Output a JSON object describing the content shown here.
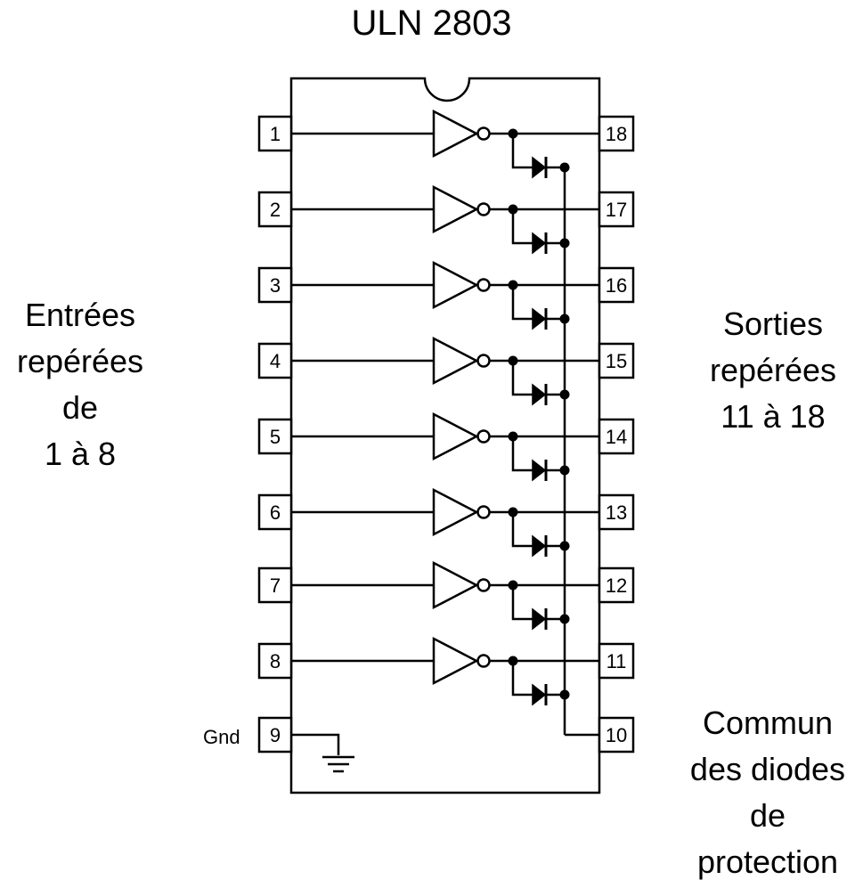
{
  "title": "ULN 2803",
  "inputs_label": [
    "Entrées",
    "repérées",
    "de",
    "1 à 8"
  ],
  "outputs_label": [
    "Sorties",
    "repérées",
    "11 à 18"
  ],
  "common_label": [
    "Commun",
    "des diodes",
    "de",
    "protection"
  ],
  "gnd_label": "Gnd",
  "left_pins": [
    "1",
    "2",
    "3",
    "4",
    "5",
    "6",
    "7",
    "8",
    "9"
  ],
  "right_pins": [
    "18",
    "17",
    "16",
    "15",
    "14",
    "13",
    "12",
    "11",
    "10"
  ]
}
